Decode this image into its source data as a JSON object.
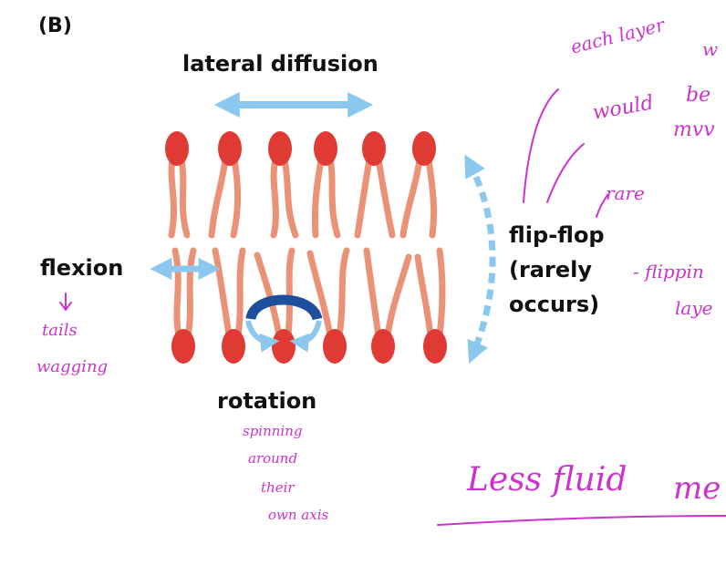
{
  "panel_label": "(B)",
  "labels": {
    "lateral_diffusion": "lateral diffusion",
    "flexion": "flexion",
    "rotation": "rotation",
    "flip_flop_line1": "flip-flop",
    "flip_flop_line2": "(rarely",
    "flip_flop_line3": "occurs)"
  },
  "handwritten": {
    "tails": "tails",
    "wagging": "wagging",
    "spinning": "spinning",
    "around": "around",
    "their": "their",
    "own_axis": "own axis",
    "each_layer": "each layer",
    "would": "would",
    "be": "be",
    "move": "mvv",
    "rare": "rare",
    "flipping": "- flippin",
    "layer_cut": "laye",
    "fragment_top_right": "w",
    "less_fluid": "Less fluid",
    "more_cut": "me"
  },
  "colors": {
    "head": "#e03a35",
    "tail": "#ea9278",
    "light_arrow": "#8cc8ee",
    "dark_arrow": "#1e4f9c",
    "annotation": "#cc33cc"
  }
}
